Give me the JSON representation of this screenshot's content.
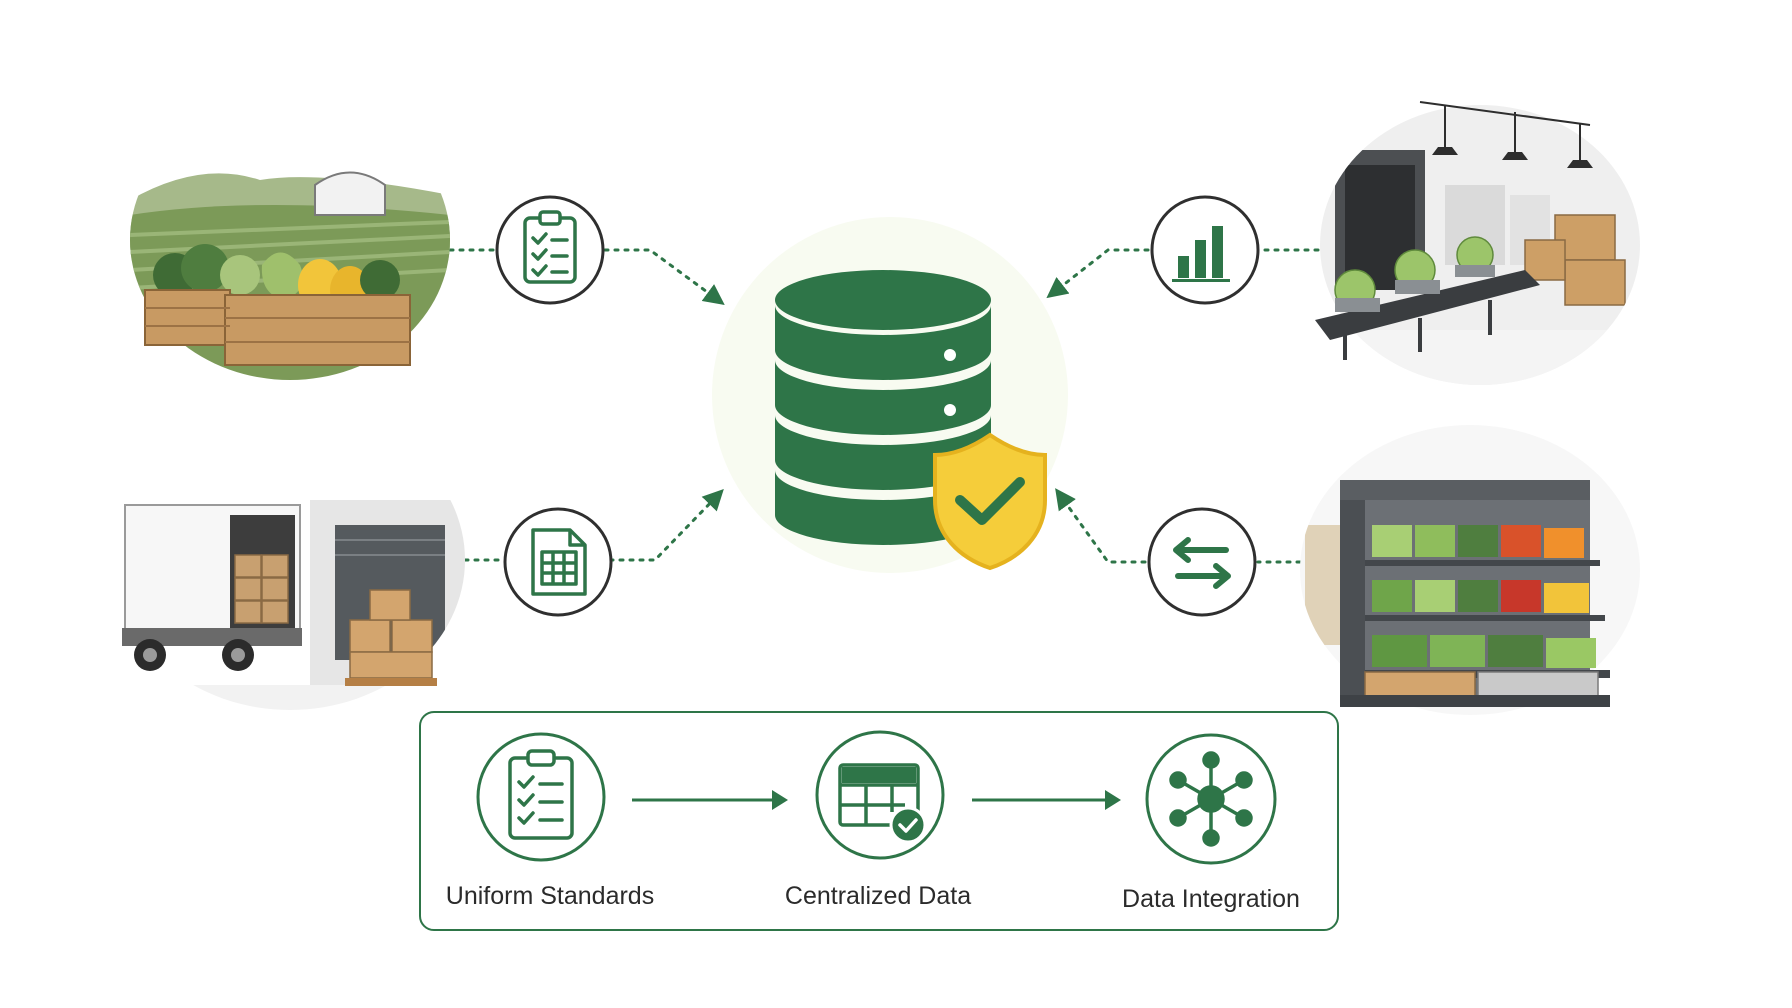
{
  "colors": {
    "primary_green": "#2e7548",
    "light_green": "#7da35e",
    "shield_yellow": "#f5cd3a",
    "arrow_dots": "#2e7548",
    "box_border": "#2e7548",
    "text": "#2b2b2b"
  },
  "center": {
    "icon": "database-icon",
    "badge_icon": "shield-check-icon"
  },
  "sources": [
    {
      "name": "farm",
      "scene_icon": "farm-crate-illustration",
      "badge_icon": "clipboard-checklist-icon"
    },
    {
      "name": "transport",
      "scene_icon": "delivery-truck-warehouse-illustration",
      "badge_icon": "spreadsheet-icon"
    },
    {
      "name": "processing",
      "scene_icon": "processing-facility-conveyor-illustration",
      "badge_icon": "bar-chart-icon"
    },
    {
      "name": "retail",
      "scene_icon": "grocery-produce-shelf-illustration",
      "badge_icon": "exchange-arrows-icon"
    }
  ],
  "process": {
    "steps": [
      {
        "label": "Uniform Standards",
        "icon": "clipboard-checklist-icon"
      },
      {
        "label": "Centralized Data",
        "icon": "table-check-icon"
      },
      {
        "label": "Data Integration",
        "icon": "network-hub-icon"
      }
    ]
  }
}
